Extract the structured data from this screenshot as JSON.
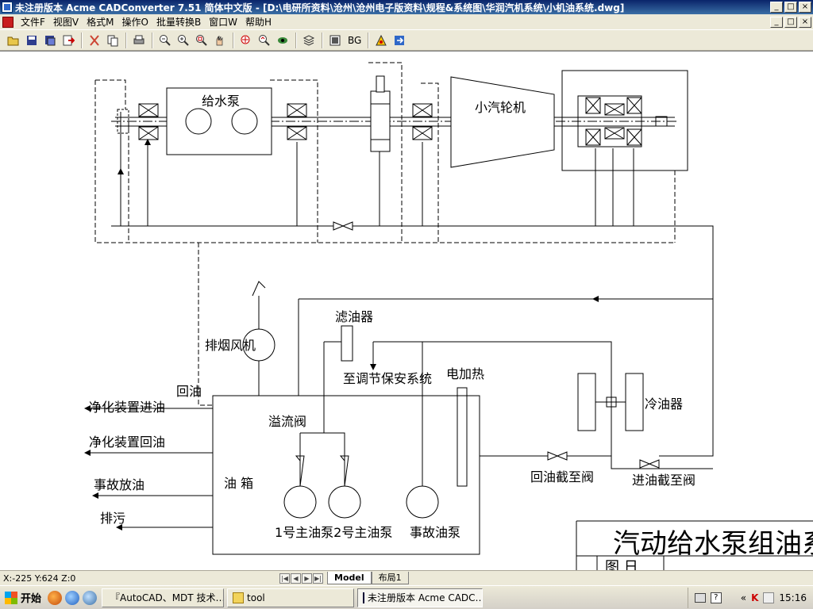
{
  "window": {
    "title": "未注册版本 Acme CADConverter 7.51 简体中文版 - [D:\\电研所资料\\沧州\\沧州电子版资料\\规程&系统图\\华润汽机系统\\小机油系统.dwg]",
    "minimize": "_",
    "maximize": "□",
    "close": "×"
  },
  "menu": {
    "items": [
      "文件F",
      "视图V",
      "格式M",
      "操作O",
      "批量转换B",
      "窗口W",
      "帮助H"
    ]
  },
  "toolbar": {
    "bg_label": "BG",
    "icons": [
      "open-icon",
      "save-icon",
      "save-as-icon",
      "export-icon",
      "cut-icon",
      "copy-icon",
      "print-icon",
      "zoom-out-icon",
      "zoom-in-icon",
      "zoom-window-icon",
      "pan-icon",
      "zoom-extents-icon",
      "zoom-realtime-icon",
      "view-icon",
      "layers-icon",
      "properties-icon",
      "tools-icon",
      "exit-icon"
    ]
  },
  "drawing": {
    "labels": {
      "feedwater_pump": "给水泵",
      "small_turbine": "小汽轮机",
      "oil_filter": "滤油器",
      "exhaust_fan": "排烟风机",
      "return_oil": "回油",
      "to_governing": "至调节保安系统",
      "electric_heater": "电加热",
      "purifier_inlet": "净化装置进油",
      "purifier_return": "净化装置回油",
      "emergency_drain": "事故放油",
      "drain": "排污",
      "overflow_valve": "溢流阀",
      "oil_tank": "油 箱",
      "cooler": "冷油器",
      "main_pumps": "1号主油泵2号主油泵",
      "emergency_pump": "事故油泵",
      "return_stop_valve": "回油截至阀",
      "inlet_stop_valve": "进油截至阀",
      "title_block": "汽动给水泵组油系",
      "title_block_sub": "图 日"
    }
  },
  "status": {
    "coords": "X:-225 Y:624 Z:0",
    "nav": [
      "|◀",
      "◀",
      "▶",
      "▶|"
    ],
    "tabs": [
      "Model",
      "布局1"
    ]
  },
  "taskbar": {
    "start": "开始",
    "buttons": [
      "『AutoCAD、MDT 技术…",
      "tool",
      "未注册版本 Acme CADC…"
    ],
    "clock": "15:16",
    "tray_arrow": "«"
  },
  "colors": {
    "titlebar": "#0A246A",
    "canvas_bg": "#FFFFFF",
    "drawing_line": "#000000"
  }
}
